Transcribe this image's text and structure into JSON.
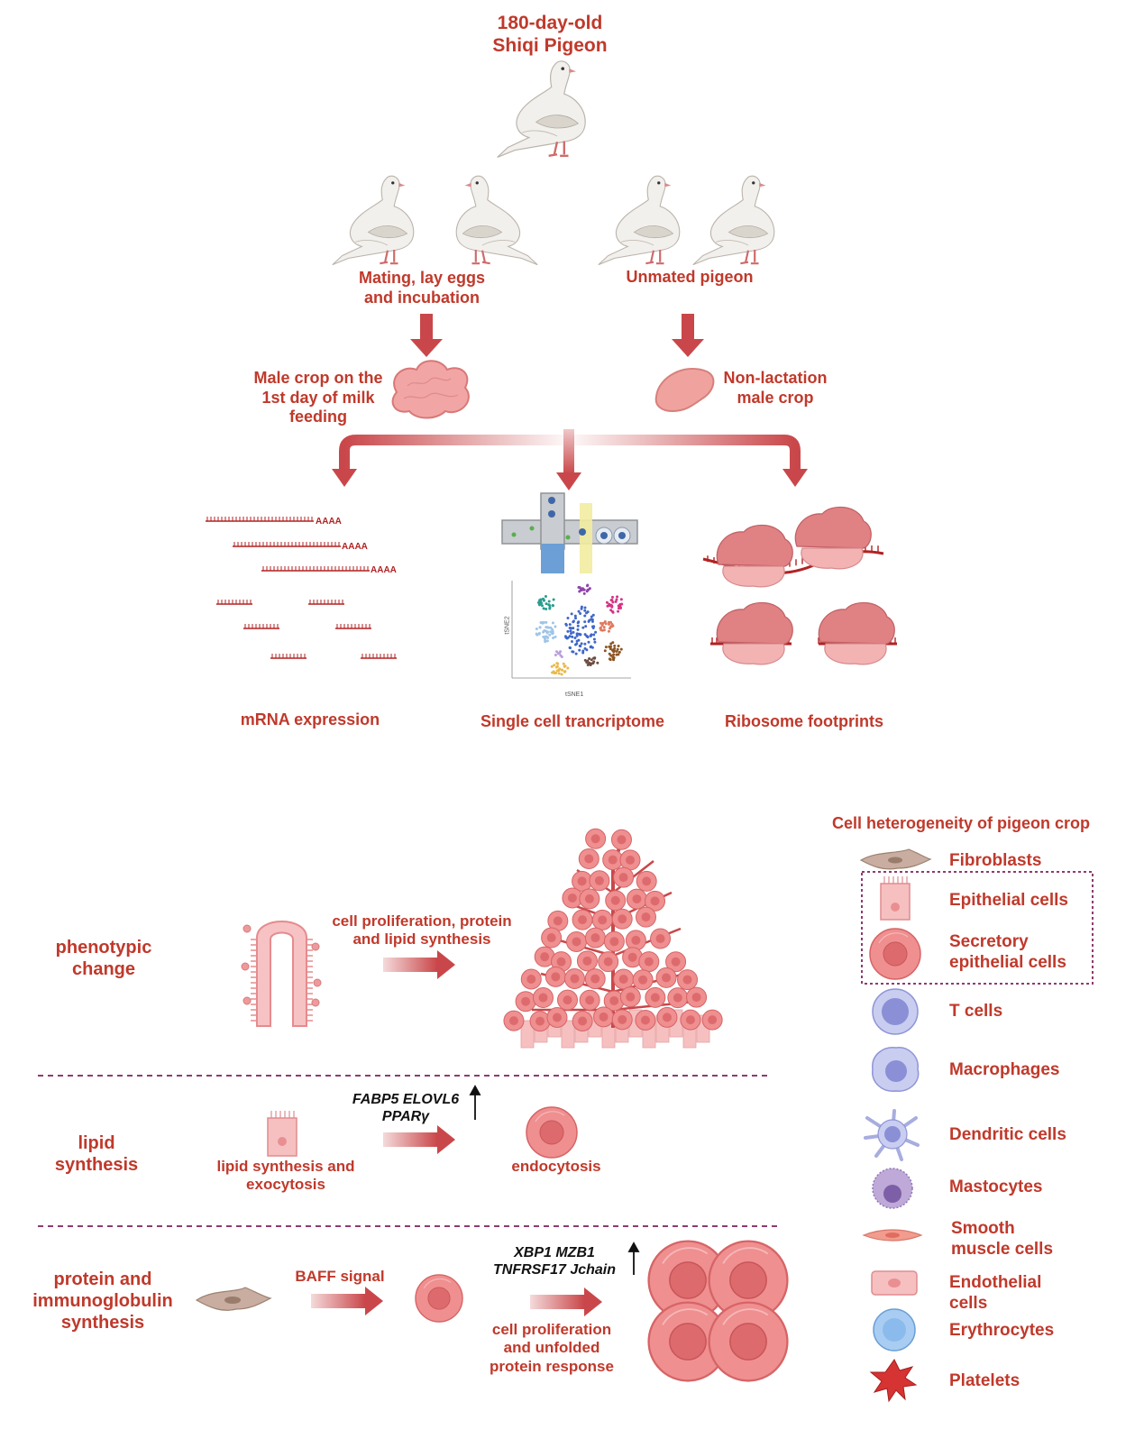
{
  "top_title": [
    "180-day-old",
    "Shiqi Pigeon"
  ],
  "groups": {
    "mated": [
      "Mating, lay eggs",
      "and incubation"
    ],
    "unmated": "Unmated pigeon"
  },
  "crops": {
    "lactating": [
      "Male crop on the",
      "1st day of milk",
      "feeding"
    ],
    "non_lactating": [
      "Non-lactation",
      "male crop"
    ]
  },
  "methods": {
    "mrna": "mRNA expression",
    "poly_a": "AAAA",
    "single_cell": "Single cell trancriptome",
    "ribosome": "Ribosome footprints",
    "tsne_xlabel": "tSNE1",
    "tsne_ylabel": "tSNE2"
  },
  "sections": {
    "phenotypic": {
      "title": [
        "phenotypic",
        "change"
      ],
      "process": [
        "cell proliferation, protein",
        "and lipid synthesis"
      ]
    },
    "lipid": {
      "title": [
        "lipid",
        "synthesis"
      ],
      "genes": [
        "FABP5 ELOVL6",
        "PPARγ"
      ],
      "left": [
        "lipid synthesis and",
        "exocytosis"
      ],
      "right": "endocytosis"
    },
    "protein": {
      "title": [
        "protein and",
        "immunoglobulin",
        "synthesis"
      ],
      "signal": "BAFF signal",
      "genes": [
        "XBP1 MZB1",
        "TNFRSF17 Jchain"
      ],
      "process": [
        "cell proliferation",
        "and unfolded",
        "protein response"
      ]
    }
  },
  "legend": {
    "title": "Cell heterogeneity of pigeon crop",
    "items": [
      {
        "label": [
          "Fibroblasts"
        ],
        "icon": "fibroblast-icon"
      },
      {
        "label": [
          "Epithelial cells"
        ],
        "icon": "epithelial-cell-icon"
      },
      {
        "label": [
          "Secretory",
          "epithelial cells"
        ],
        "icon": "secretory-cell-icon"
      },
      {
        "label": [
          "T cells"
        ],
        "icon": "t-cell-icon"
      },
      {
        "label": [
          "Macrophages"
        ],
        "icon": "macrophage-icon"
      },
      {
        "label": [
          "Dendritic cells"
        ],
        "icon": "dendritic-cell-icon"
      },
      {
        "label": [
          "Mastocytes"
        ],
        "icon": "mastocyte-icon"
      },
      {
        "label": [
          "Smooth",
          "muscle cells"
        ],
        "icon": "smooth-muscle-icon"
      },
      {
        "label": [
          "Endothelial",
          "cells"
        ],
        "icon": "endothelial-icon"
      },
      {
        "label": [
          "Erythrocytes"
        ],
        "icon": "erythrocyte-icon"
      },
      {
        "label": [
          "Platelets"
        ],
        "icon": "platelet-icon"
      }
    ]
  },
  "colors": {
    "accent": "#c0392b",
    "arrow": "#c9474a",
    "cell_pink": "#ee8b8d",
    "divider": "#8e3b6e"
  }
}
